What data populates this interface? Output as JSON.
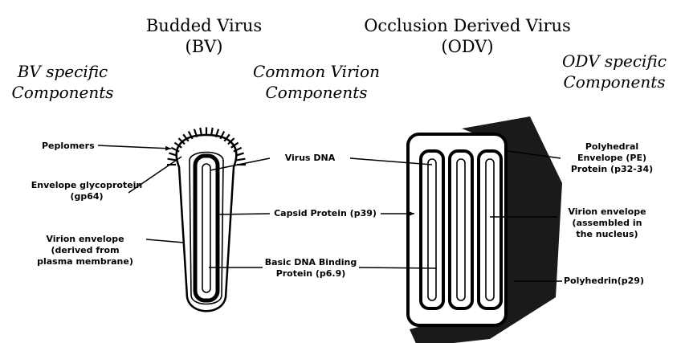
{
  "titles": {
    "bv_name": "Budded Virus",
    "bv_abbrev": "(BV)",
    "odv_name": "Occlusion Derived Virus",
    "odv_abbrev": "(ODV)"
  },
  "headings": {
    "bv_specific": [
      "BV specific",
      "Components"
    ],
    "common": [
      "Common Virion",
      "Components"
    ],
    "odv_specific": [
      "ODV specific",
      "Components"
    ]
  },
  "bv_labels": {
    "peplomers": "Peplomers",
    "envelope_glycoprotein": [
      "Envelope glycoprotein",
      "(gp64)"
    ],
    "virion_envelope": [
      "Virion envelope",
      "(derived from",
      "plasma membrane)"
    ]
  },
  "common_labels": {
    "virus_dna": "Virus DNA",
    "capsid_protein": "Capsid Protein (p39)",
    "basic_dna_binding": [
      "Basic DNA Binding",
      "Protein (p6.9)"
    ]
  },
  "odv_labels": {
    "polyhedral_envelope": [
      "Polyhedral",
      "Envelope (PE)",
      "Protein (p32-34)"
    ],
    "virion_envelope": [
      "Virion envelope",
      "(assembled in",
      "the nucleus)"
    ],
    "polyhedrin": "Polyhedrin(p29)"
  },
  "colors": {
    "ink": "#000000",
    "shadow": "#1a1a1a",
    "background": "#ffffff"
  }
}
